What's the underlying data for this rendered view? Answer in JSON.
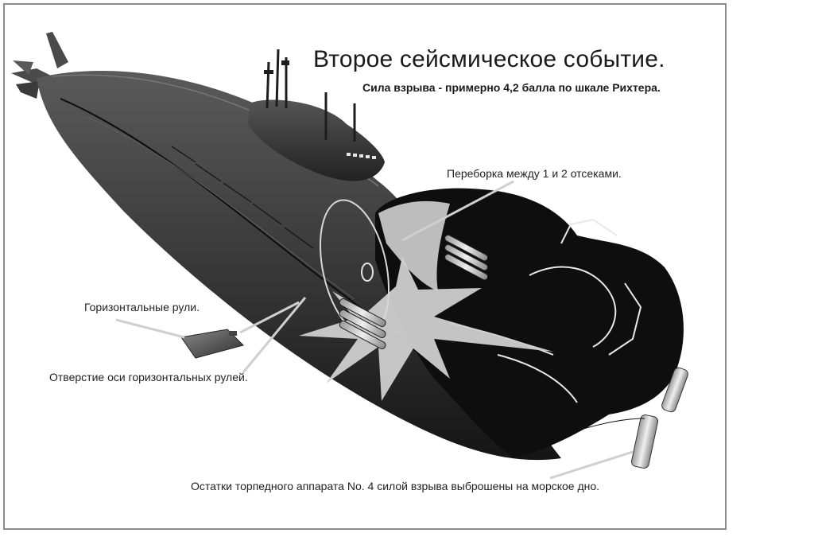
{
  "title": "Второе сейсмическое событие.",
  "subtitle": "Сила взрыва - примерно 4,2 балла по шкале Рихтера.",
  "labels": {
    "bulkhead": "Переборка между 1 и 2 отсеками.",
    "horizontal_rudders": "Горизонтальные рули.",
    "rudder_axis_hole": "Отверстие оси горизонтальных рулей.",
    "torpedo_remains": "Остатки торпедного аппарата No. 4 силой взрыва выброшены на морское дно."
  },
  "colors": {
    "hull": "#3a3a3a",
    "blast": "#cfcfcf",
    "frame": "#8c8c8c"
  }
}
